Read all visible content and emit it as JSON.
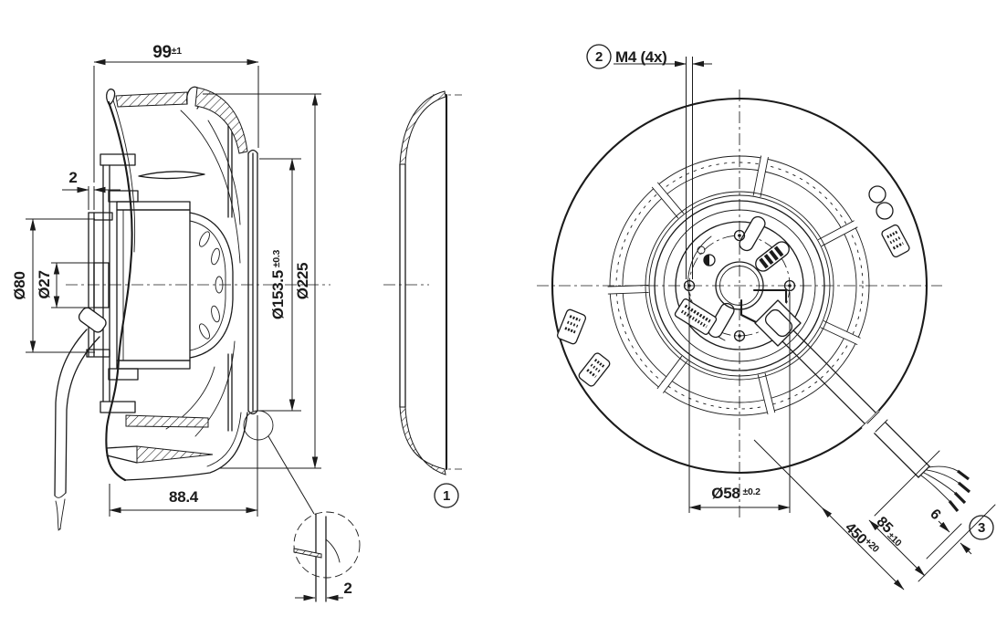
{
  "side_view": {
    "depth": {
      "value": "99",
      "tol": "±1"
    },
    "flange_gap": "2",
    "motor_flange_dia": "Ø80",
    "hub_dia": "Ø27",
    "inlet_dia": {
      "value": "Ø153.5",
      "tol": "±0.3"
    },
    "impeller_dia": "Ø225",
    "housing_depth": "88.4",
    "detail": {
      "wall_gap": "2"
    }
  },
  "front_view": {
    "mounting_thread": "M4 (4x)",
    "bolt_circle": {
      "value": "Ø58",
      "tol": "±0.2"
    },
    "cable": {
      "length": "450",
      "length_tol": "+20",
      "strip": "85",
      "strip_tol": "±10",
      "tinned": "6"
    }
  },
  "callouts": {
    "one": "1",
    "two": "2",
    "three": "3"
  },
  "colors": {
    "ink": "#1b1b1b",
    "background": "#ffffff"
  }
}
